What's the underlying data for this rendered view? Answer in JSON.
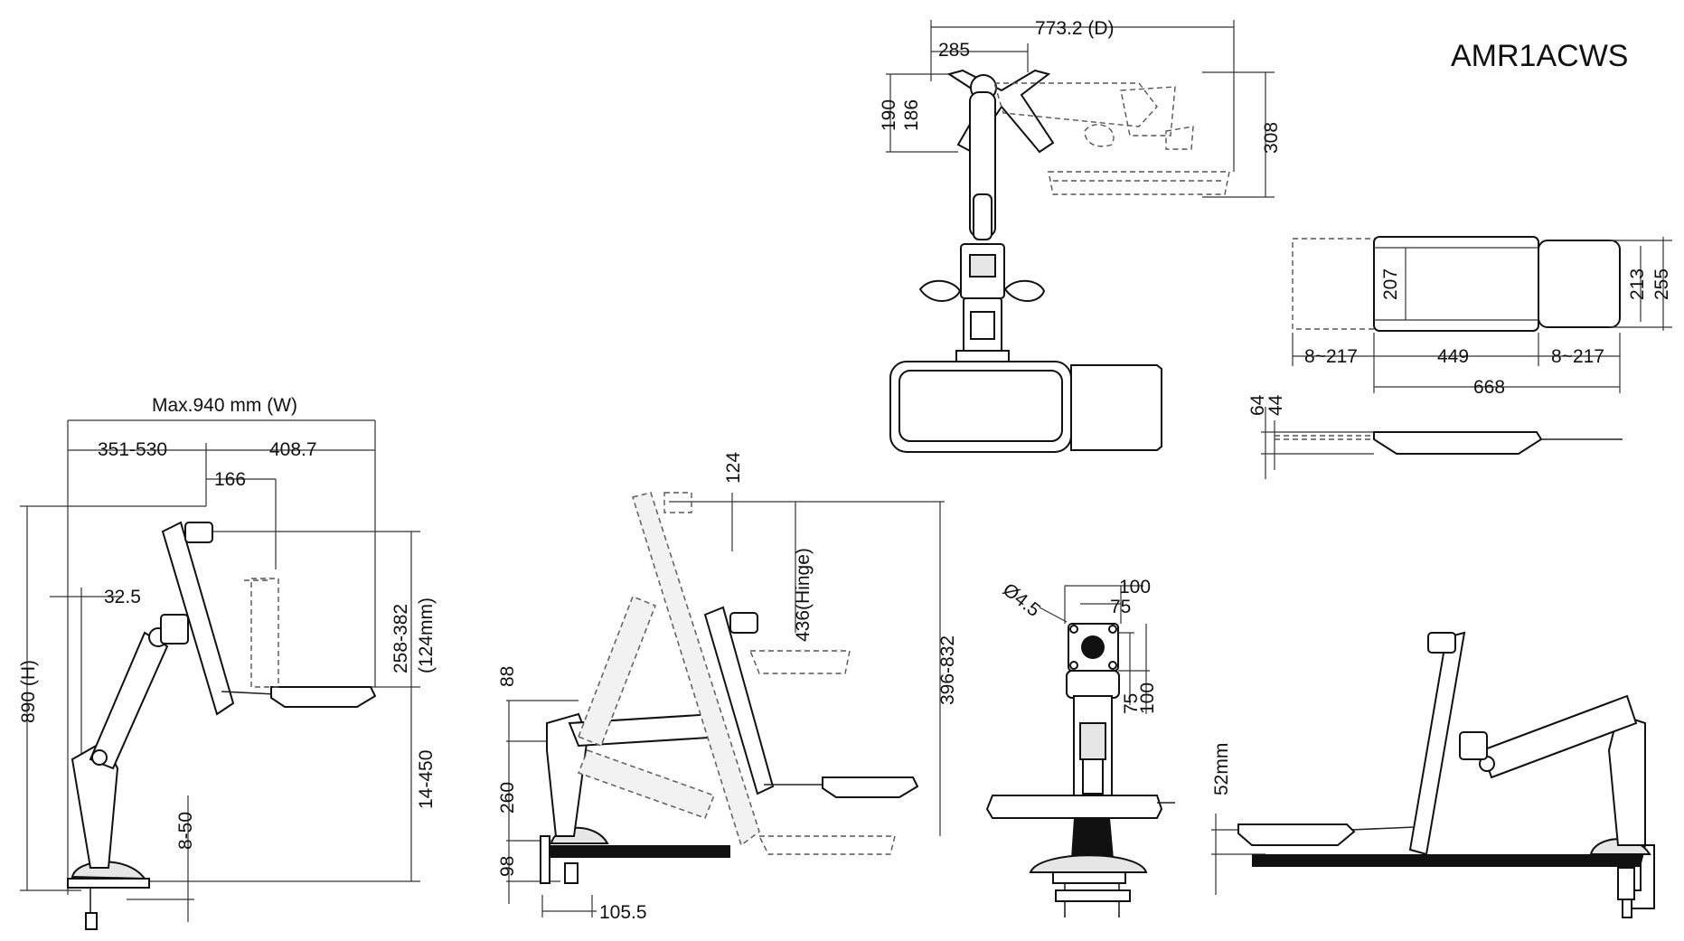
{
  "model": "AMR1ACWS",
  "labels": {
    "depth_total": "773.2 (D)",
    "top_285": "285",
    "top_190": "190",
    "top_186": "186",
    "top_308": "308",
    "tray_207": "207",
    "tray_213": "213",
    "tray_255": "255",
    "tray_left_ext": "8~217",
    "tray_449": "449",
    "tray_right_ext": "8~217",
    "tray_668": "668",
    "tray_64": "64",
    "tray_44": "44",
    "side_width": "Max.940 mm (W)",
    "side_351_530": "351-530",
    "side_408_7": "408.7",
    "side_166": "166",
    "side_32_5": "32.5",
    "side_890": "890 (H)",
    "side_258_382": "258-382",
    "side_124mm": "(124mm)",
    "side_14_450": "14-450",
    "side_8_50": "8-50",
    "mid_124": "124",
    "mid_hinge": "436(Hinge)",
    "mid_396_832": "396-832",
    "mid_88": "88",
    "mid_260": "260",
    "mid_98": "98",
    "mid_105_5": "105.5",
    "front_dia": "Ø4.5",
    "front_100_top": "100",
    "front_75_top": "75",
    "front_75_side": "75",
    "front_100_side": "100",
    "right_52mm": "52mm"
  }
}
